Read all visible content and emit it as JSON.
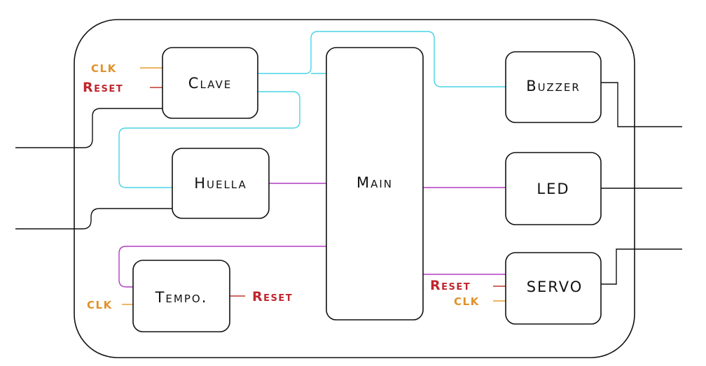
{
  "colors": {
    "line_black": "#111111",
    "line_cyan": "#48d4e6",
    "line_magenta": "#b03cc0",
    "line_red": "#c0392b",
    "line_orange": "#e89a2c",
    "text_red": "#c0262d",
    "text_orange": "#e0922a"
  },
  "blocks": {
    "clave": "Clave",
    "huella": "Huella",
    "tempo": "Tempo.",
    "main": "Main",
    "buzzer": "Buzzer",
    "led": "LED",
    "servo": "SERVO"
  },
  "signals": {
    "clave_clk": "CLK",
    "clave_reset": "Reset",
    "tempo_clk": "CLK",
    "tempo_reset": "Reset",
    "servo_reset": "Reset",
    "servo_clk": "CLK"
  }
}
